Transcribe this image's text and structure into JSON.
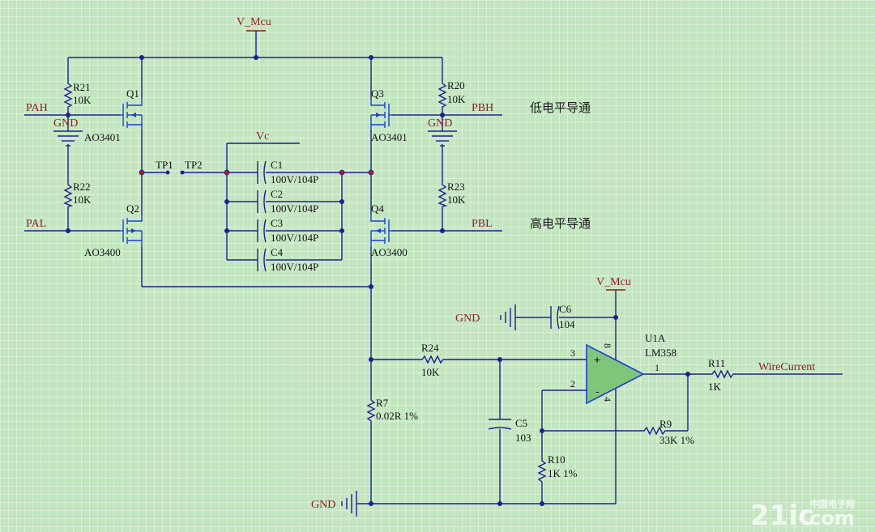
{
  "power": {
    "vmcu": "V_Mcu",
    "vc": "Vc",
    "gnd": "GND"
  },
  "nets": {
    "pah": "PAH",
    "pal": "PAL",
    "pbh": "PBH",
    "pbl": "PBL",
    "out": "WireCurrent"
  },
  "notes": {
    "active_low": "低电平导通",
    "active_high": "高电平导通"
  },
  "test_points": {
    "tp1": "TP1",
    "tp2": "TP2"
  },
  "transistors": {
    "q1": {
      "ref": "Q1",
      "part": "AO3401"
    },
    "q2": {
      "ref": "Q2",
      "part": "AO3400"
    },
    "q3": {
      "ref": "Q3",
      "part": "AO3401"
    },
    "q4": {
      "ref": "Q4",
      "part": "AO3400"
    }
  },
  "resistors": {
    "r20": {
      "ref": "R20",
      "value": "10K"
    },
    "r21": {
      "ref": "R21",
      "value": "10K"
    },
    "r22": {
      "ref": "R22",
      "value": "10K"
    },
    "r23": {
      "ref": "R23",
      "value": "10K"
    },
    "r24": {
      "ref": "R24",
      "value": "10K"
    },
    "r7": {
      "ref": "R7",
      "value": "0.02R 1%"
    },
    "r9": {
      "ref": "R9",
      "value": "33K 1%"
    },
    "r10": {
      "ref": "R10",
      "value": "1K 1%"
    },
    "r11": {
      "ref": "R11",
      "value": "1K"
    }
  },
  "capacitors": {
    "c1": {
      "ref": "C1",
      "value": "100V/104P"
    },
    "c2": {
      "ref": "C2",
      "value": "100V/104P"
    },
    "c3": {
      "ref": "C3",
      "value": "100V/104P"
    },
    "c4": {
      "ref": "C4",
      "value": "100V/104P"
    },
    "c5": {
      "ref": "C5",
      "value": "103"
    },
    "c6": {
      "ref": "C6",
      "value": "104"
    }
  },
  "opamp": {
    "ref": "U1A",
    "part": "LM358",
    "pin_noninv": "3",
    "pin_inv": "2",
    "pin_out": "1",
    "pin_vcc": "8",
    "pin_gnd": "4",
    "plus": "+",
    "minus": "-"
  },
  "watermark": {
    "brand": "21ic",
    "domain": ".com",
    "cn": "中国电子网"
  }
}
